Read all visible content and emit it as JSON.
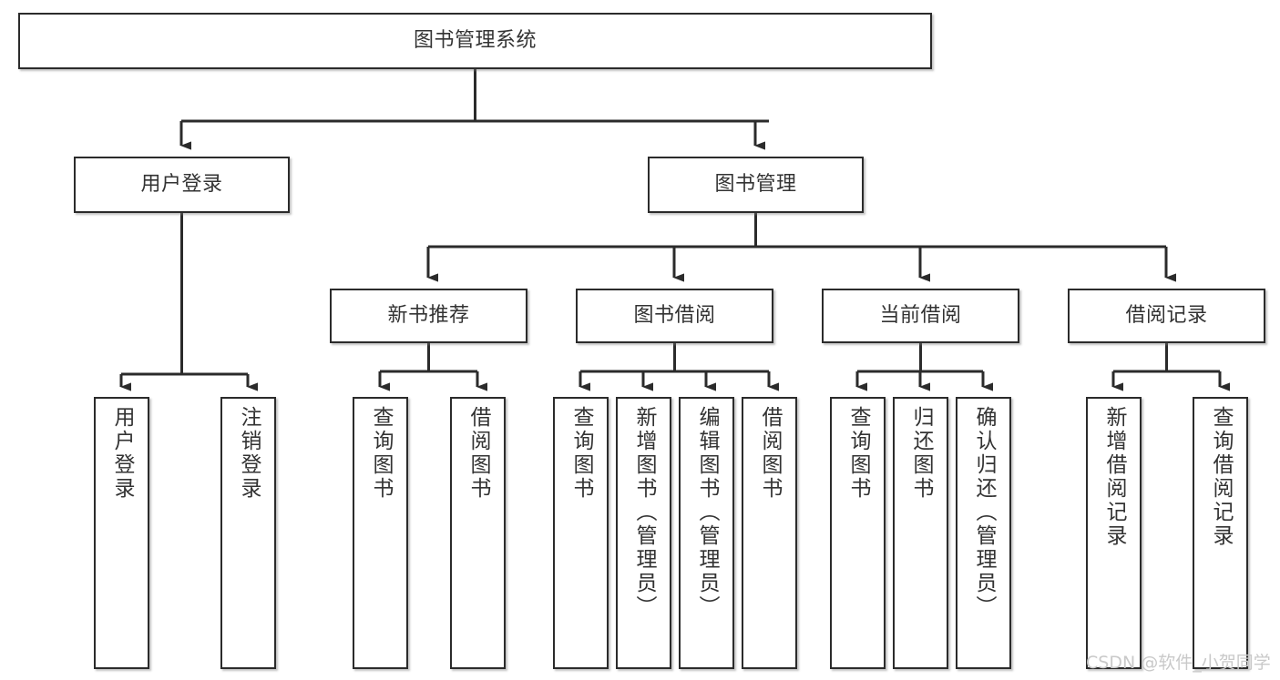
{
  "diagram": {
    "title": "图书管理系统",
    "type": "tree-hierarchy",
    "orientation": "top-down",
    "colors": {
      "node_border": "#2b2b2b",
      "node_fill": "#ffffff",
      "text": "#333333",
      "edge": "#2b2b2b",
      "watermark": "#c9c9c9",
      "background": "#ffffff"
    },
    "nodes": {
      "root": {
        "label": "图书管理系统"
      },
      "level1": [
        {
          "id": "user-login",
          "label": "用户登录"
        },
        {
          "id": "book-manage",
          "label": "图书管理"
        }
      ],
      "level2": [
        {
          "id": "new-book-recommend",
          "label": "新书推荐",
          "parent": "book-manage"
        },
        {
          "id": "book-borrow",
          "label": "图书借阅",
          "parent": "book-manage"
        },
        {
          "id": "current-borrow",
          "label": "当前借阅",
          "parent": "book-manage"
        },
        {
          "id": "borrow-record",
          "label": "借阅记录",
          "parent": "book-manage"
        }
      ],
      "leaves": [
        {
          "id": "leaf-user-login",
          "label": "用户登录",
          "parent": "user-login"
        },
        {
          "id": "leaf-logout",
          "label": "注销登录",
          "parent": "user-login"
        },
        {
          "id": "leaf-query-book-1",
          "label": "查询图书",
          "parent": "new-book-recommend"
        },
        {
          "id": "leaf-borrow-book-1",
          "label": "借阅图书",
          "parent": "new-book-recommend"
        },
        {
          "id": "leaf-query-book-2",
          "label": "查询图书",
          "parent": "book-borrow"
        },
        {
          "id": "leaf-add-book",
          "label": "新增图书（管理员）",
          "parent": "book-borrow"
        },
        {
          "id": "leaf-edit-book",
          "label": "编辑图书（管理员）",
          "parent": "book-borrow"
        },
        {
          "id": "leaf-borrow-book-2",
          "label": "借阅图书",
          "parent": "book-borrow"
        },
        {
          "id": "leaf-query-book-3",
          "label": "查询图书",
          "parent": "current-borrow"
        },
        {
          "id": "leaf-return-book",
          "label": "归还图书",
          "parent": "current-borrow"
        },
        {
          "id": "leaf-confirm-return",
          "label": "确认归还（管理员）",
          "parent": "current-borrow"
        },
        {
          "id": "leaf-add-record",
          "label": "新增借阅记录",
          "parent": "borrow-record"
        },
        {
          "id": "leaf-query-record",
          "label": "查询借阅记录",
          "parent": "borrow-record"
        }
      ]
    },
    "watermark": "CSDN @软件_小贺同学"
  }
}
